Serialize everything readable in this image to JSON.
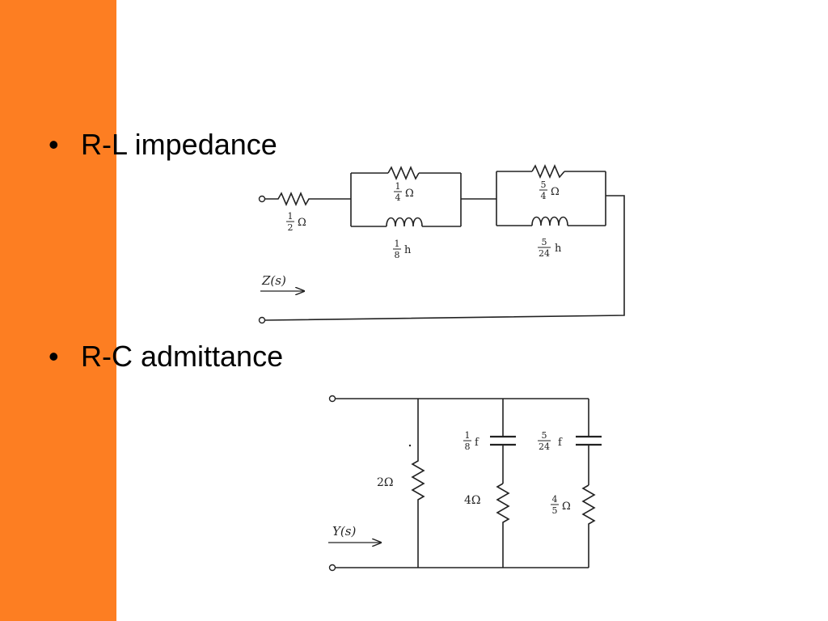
{
  "slide": {
    "accent_color": "#fd7e22",
    "bullets": [
      {
        "marker": "•",
        "text": "R-L impedance"
      },
      {
        "marker": "•",
        "text": "R-C admittance"
      }
    ]
  },
  "rl_circuit": {
    "series_resistor": {
      "num": "1",
      "den": "2",
      "unit": "Ω"
    },
    "stage1_resistor": {
      "num": "1",
      "den": "4",
      "unit": "Ω"
    },
    "stage1_inductor": {
      "num": "1",
      "den": "8",
      "unit": "h"
    },
    "stage2_resistor": {
      "num": "5",
      "den": "4",
      "unit": "Ω"
    },
    "stage2_inductor": {
      "num": "5",
      "den": "24",
      "unit": "h"
    },
    "port_label": "Z(s)"
  },
  "rc_circuit": {
    "shunt_resistor": "2Ω",
    "branch1_capacitor": {
      "num": "1",
      "den": "8",
      "unit": "f"
    },
    "branch1_resistor": "4Ω",
    "branch2_capacitor": {
      "num": "5",
      "den": "24",
      "unit": "f"
    },
    "branch2_resistor": {
      "num": "4",
      "den": "5",
      "unit": "Ω"
    },
    "port_label": "Y(s)"
  }
}
